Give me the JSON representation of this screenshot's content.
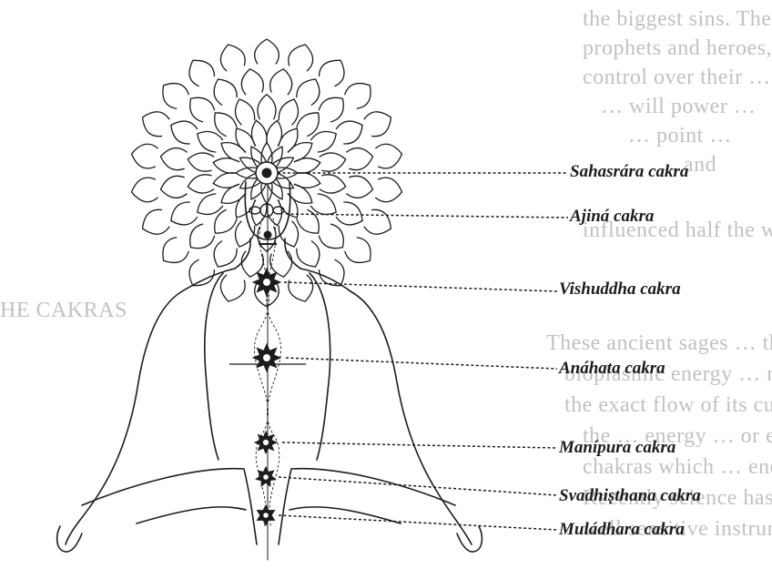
{
  "background_text": {
    "lines": [
      "the biggest sins. The great emperors, the",
      "prophets and heroes, had tremendous mental",
      "control over their … great energy",
      "… will power …",
      "… point …",
      "… and",
      "influenced half the world.",
      "HE CAKRAS",
      "These ancient sages … that described this",
      "bioplasmic energy … mapped out",
      "the exact flow of its currents … and described",
      "the … energy … or enhanced",
      "chakras which … energy fields.",
      "Recently science has … these. As",
      "well sensitive instruments now … energy"
    ]
  },
  "labels": [
    {
      "id": "sahasrara",
      "text": "Sahasrára cakra"
    },
    {
      "id": "ajina",
      "text": "Ajiná cakra"
    },
    {
      "id": "vishuddha",
      "text": "Vishuddha cakra"
    },
    {
      "id": "anahata",
      "text": "Anáhata cakra"
    },
    {
      "id": "manipura",
      "text": "Manípura cakra"
    },
    {
      "id": "svadhisthana",
      "text": "Svadhiṣthana cakra"
    },
    {
      "id": "muladhara",
      "text": "Muládhara cakra"
    }
  ],
  "colors": {
    "ink": "#1c1c1c",
    "background_print": "#8f8f8f",
    "paper": "#ffffff"
  }
}
